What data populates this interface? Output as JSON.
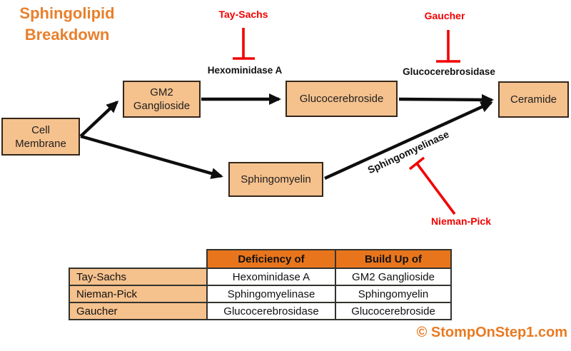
{
  "title": {
    "line1": "Sphingolipid",
    "line2": "Breakdown"
  },
  "colors": {
    "accent_orange": "#e8802c",
    "box_fill": "#f5c18d",
    "box_border": "#33261a",
    "table_header_orange": "#e8751c",
    "inhibitor_red": "#f20000",
    "arrow_black": "#0e0e0e"
  },
  "boxes": {
    "cell_membrane": {
      "label": "Cell Membrane"
    },
    "gm2_ganglioside": {
      "label": "GM2 Ganglioside"
    },
    "glucocerebroside": {
      "label": "Glucocerebroside"
    },
    "ceramide": {
      "label": "Ceramide"
    },
    "sphingomyelin": {
      "label": "Sphingomyelin"
    }
  },
  "enzymes": {
    "hexominidase": {
      "label": "Hexominidase A"
    },
    "glucocerebrosidase": {
      "label": "Glucocerebrosidase"
    },
    "sphingomyelinase": {
      "label": "Sphingomyelinase"
    }
  },
  "diseases": {
    "tay_sachs": {
      "label": "Tay-Sachs"
    },
    "gaucher": {
      "label": "Gaucher"
    },
    "nieman_pick": {
      "label": "Nieman-Pick"
    }
  },
  "table": {
    "headers": [
      "Deficiency of",
      "Build Up of"
    ],
    "rows": [
      [
        "Tay-Sachs",
        "Hexominidase A",
        "GM2 Ganglioside"
      ],
      [
        "Nieman-Pick",
        "Sphingomyelinase",
        "Sphingomyelin"
      ],
      [
        "Gaucher",
        "Glucocerebrosidase",
        "Glucocerebroside"
      ]
    ]
  },
  "watermark": "© StompOnStep1.com"
}
